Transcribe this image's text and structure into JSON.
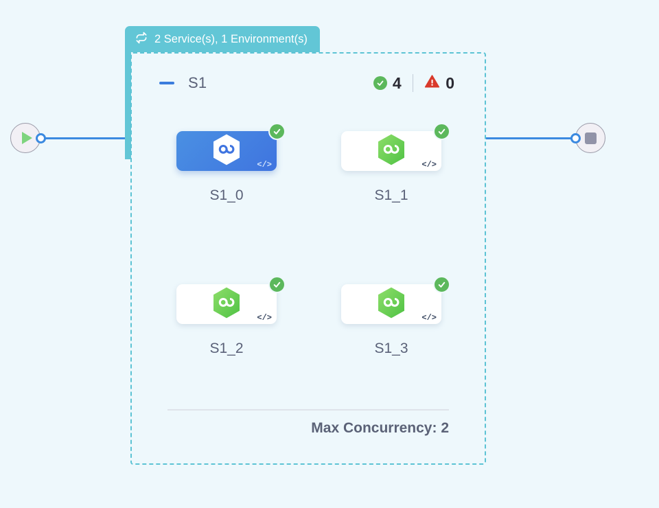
{
  "canvas": {
    "background_color": "#eef8fc"
  },
  "terminals": {
    "start": {
      "name": "start-node",
      "icon": "play-icon"
    },
    "end": {
      "name": "end-node",
      "icon": "stop-icon"
    }
  },
  "group": {
    "header": {
      "icon": "loop-icon",
      "title": "2 Service(s), 1 Environment(s)",
      "background_color": "#62c6d6",
      "text_color": "#ffffff"
    },
    "collapse_icon": "minus-icon",
    "name": "S1",
    "border_color": "#5cc3d4",
    "status": {
      "success_icon": "check-circle-icon",
      "success_count": "4",
      "warning_icon": "warning-triangle-icon",
      "warning_count": "0",
      "success_color": "#5cb85c",
      "warning_color": "#d93a2b"
    },
    "footer": {
      "max_concurrency_label": "Max Concurrency: 2"
    }
  },
  "nodes": [
    {
      "id": "S1_0",
      "label": "S1_0",
      "selected": true,
      "status": "success",
      "status_icon": "check-circle-icon",
      "service_icon": "hexagon-infinity-icon",
      "code_icon": "code-icon",
      "code_glyph": "</>"
    },
    {
      "id": "S1_1",
      "label": "S1_1",
      "selected": false,
      "status": "success",
      "status_icon": "check-circle-icon",
      "service_icon": "hexagon-infinity-icon",
      "code_icon": "code-icon",
      "code_glyph": "</>"
    },
    {
      "id": "S1_2",
      "label": "S1_2",
      "selected": false,
      "status": "success",
      "status_icon": "check-circle-icon",
      "service_icon": "hexagon-infinity-icon",
      "code_icon": "code-icon",
      "code_glyph": "</>"
    },
    {
      "id": "S1_3",
      "label": "S1_3",
      "selected": false,
      "status": "success",
      "status_icon": "check-circle-icon",
      "service_icon": "hexagon-infinity-icon",
      "code_icon": "code-icon",
      "code_glyph": "</>"
    }
  ]
}
